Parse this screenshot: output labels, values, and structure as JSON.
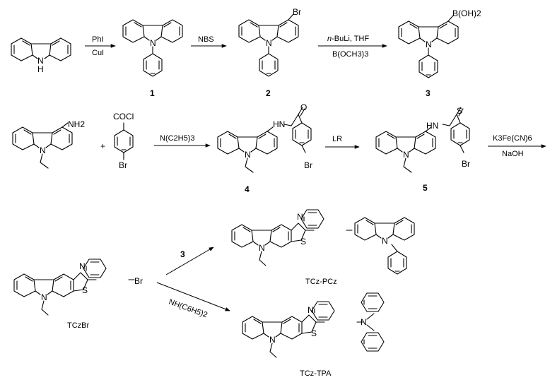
{
  "row1": {
    "carbazole_nh": "N",
    "carbazole_h": "H",
    "step1_reagent_top": "PhI",
    "step1_reagent_bottom": "CuI",
    "step2_reagent": "NBS",
    "step3_reagent_top_italic": "n",
    "step3_reagent_top_rest": "-BuLi, THF",
    "step3_reagent_bottom": "B(OCH3)3",
    "br": "Br",
    "boronic_acid": "B(OH)2",
    "compound_labels": [
      "1",
      "2",
      "3"
    ]
  },
  "row2": {
    "amine": "NH2",
    "acyl_chloride": "COCl",
    "plus": "+",
    "br": "Br",
    "step4_reagent": "N(C2H5)3",
    "amide_nh": "HN",
    "amide_o": "O",
    "thioamide_nh": "HN",
    "thioamide_s": "S",
    "step5_reagent": "LR",
    "step6_reagent_top": "K3Fe(CN)6",
    "step6_reagent_bottom": "NaOH",
    "compound_labels": [
      "4",
      "5"
    ]
  },
  "row3": {
    "thiazole_n": "N",
    "thiazole_s": "S",
    "br": "Br",
    "start_label": "TCzBr",
    "upper_reagent": "3",
    "lower_reagent": "NH(C6H5)2",
    "product1_label": "TCz-PCz",
    "product2_label": "TCz-TPA"
  }
}
